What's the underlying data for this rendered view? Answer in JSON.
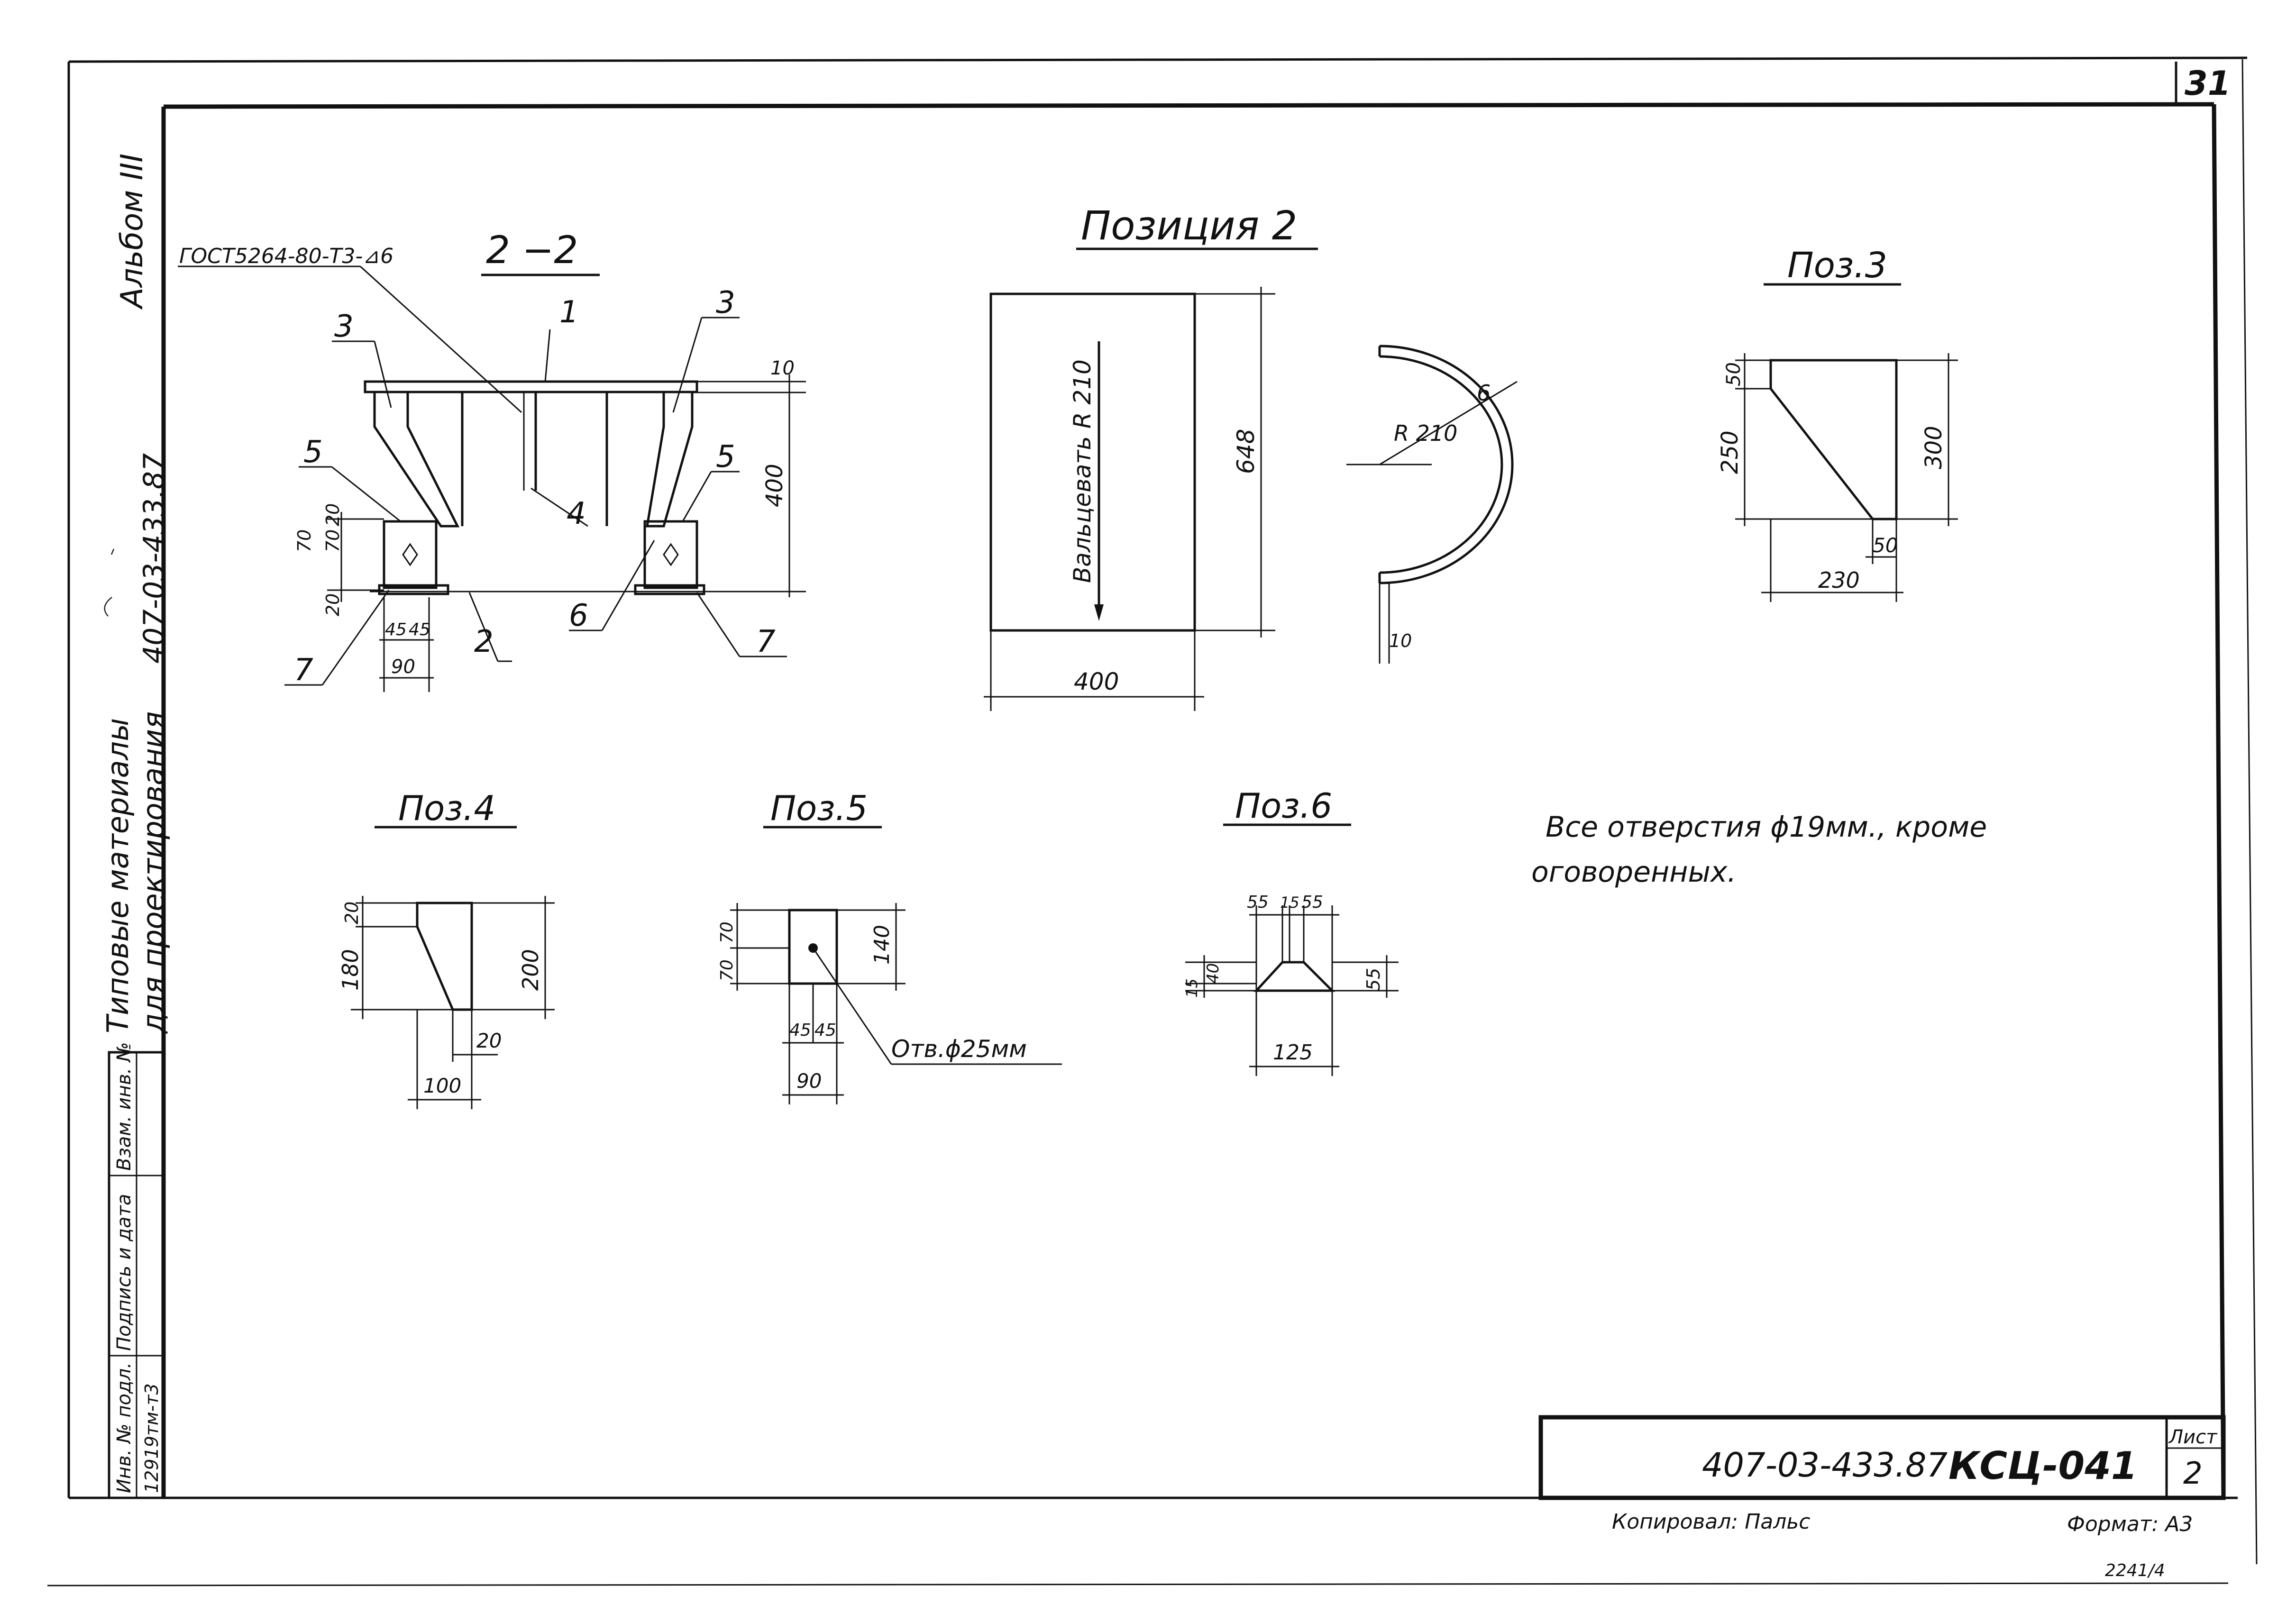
{
  "sheet_number": "31",
  "album": "Альбом III",
  "series_code": "407-03-433.87",
  "series_title_1": "Типовые материалы",
  "series_title_2": "для проектирования",
  "side_stamp": {
    "col1": "Инв. № подл.",
    "col2": "Подпись и дата",
    "col3": "Взам. инв. №",
    "inv_value": "12919тм-т3"
  },
  "section_2_2": {
    "title": "2 −2",
    "gost_note": "ГОСТ5264-80-Т3-⊿6",
    "callouts": [
      "1",
      "2",
      "3",
      "3",
      "4",
      "5",
      "5",
      "6",
      "7",
      "7"
    ],
    "dims": [
      "10",
      "400",
      "20",
      "70",
      "70",
      "20",
      "45",
      "45",
      "90"
    ]
  },
  "pos2": {
    "title": "Позиция 2",
    "note": "Вальцевать R 210",
    "width": "400",
    "height": "648",
    "radius": "R 210",
    "thickness": "6",
    "gap": "10"
  },
  "pos3": {
    "title": "Поз.3",
    "dims": [
      "50",
      "250",
      "300",
      "230",
      "50"
    ]
  },
  "pos4": {
    "title": "Поз.4",
    "dims": [
      "20",
      "180",
      "200",
      "20",
      "100"
    ]
  },
  "pos5": {
    "title": "Поз.5",
    "dims": [
      "70",
      "70",
      "140",
      "45",
      "45",
      "90"
    ],
    "hole_note": "Отв.ϕ25мм"
  },
  "pos6": {
    "title": "Поз.6",
    "dims": [
      "55",
      "15",
      "55",
      "15",
      "40",
      "55",
      "125"
    ]
  },
  "general_note_1": "Все отверстия ϕ19мм., кроме",
  "general_note_2": "оговоренных.",
  "title_block": {
    "code": "407-03-433.87",
    "mark": "КСЦ-041",
    "sheet_label": "Лист",
    "sheet": "2"
  },
  "footer": {
    "copied": "Копировал: Пальс",
    "format": "Формат: А3",
    "inventory": "2241/4"
  }
}
